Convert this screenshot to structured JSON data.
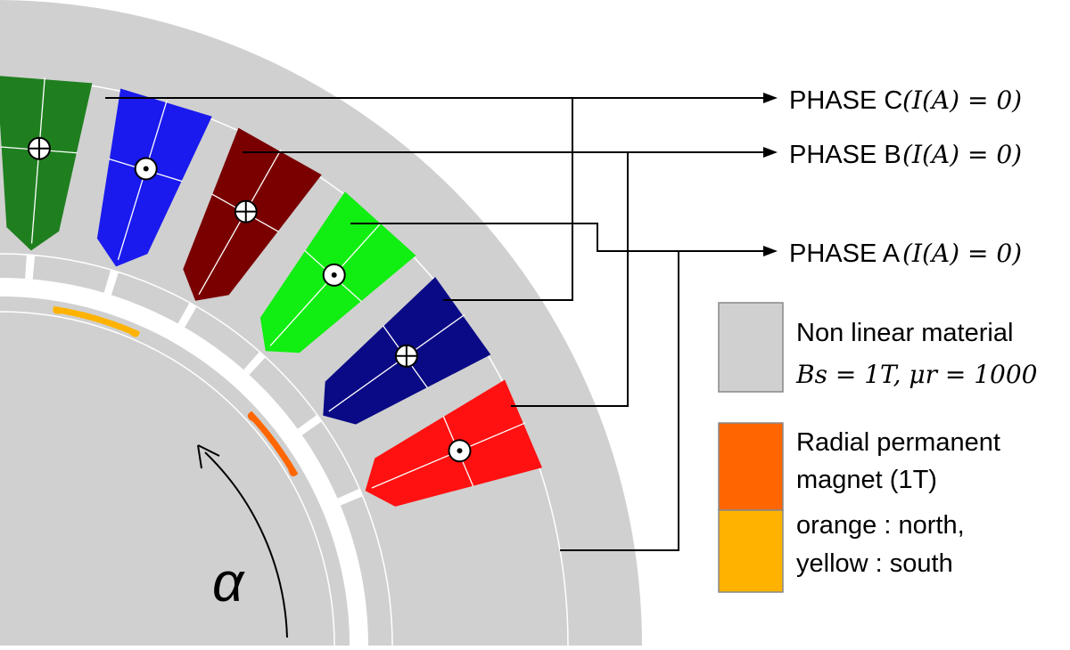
{
  "phases": [
    {
      "label": "PHASE C",
      "current": "(I(A) = 0)"
    },
    {
      "label": "PHASE B",
      "current": "(I(A) = 0)"
    },
    {
      "label": "PHASE A",
      "current": "(I(A) = 0)"
    }
  ],
  "slots": [
    {
      "color": "#1f7f1f",
      "phase": "C",
      "direction": "into"
    },
    {
      "color": "#1a1aee",
      "phase": "B",
      "direction": "out"
    },
    {
      "color": "#7a0000",
      "phase": "A",
      "direction": "into"
    },
    {
      "color": "#11ee11",
      "phase": "C",
      "direction": "out"
    },
    {
      "color": "#0a0a86",
      "phase": "B",
      "direction": "into"
    },
    {
      "color": "#ff1111",
      "phase": "A",
      "direction": "out"
    }
  ],
  "legend": {
    "material": {
      "line1": "Non linear material",
      "line2": "Bs = 1T, μr = 1000",
      "color": "#d0d0d0"
    },
    "magnet": {
      "line1": "Radial permanent",
      "line2": "magnet (1T)",
      "line3": "orange : north,",
      "line4": "yellow : south",
      "north_color": "#ff6600",
      "south_color": "#ffb300"
    }
  },
  "rotation_symbol": "α"
}
